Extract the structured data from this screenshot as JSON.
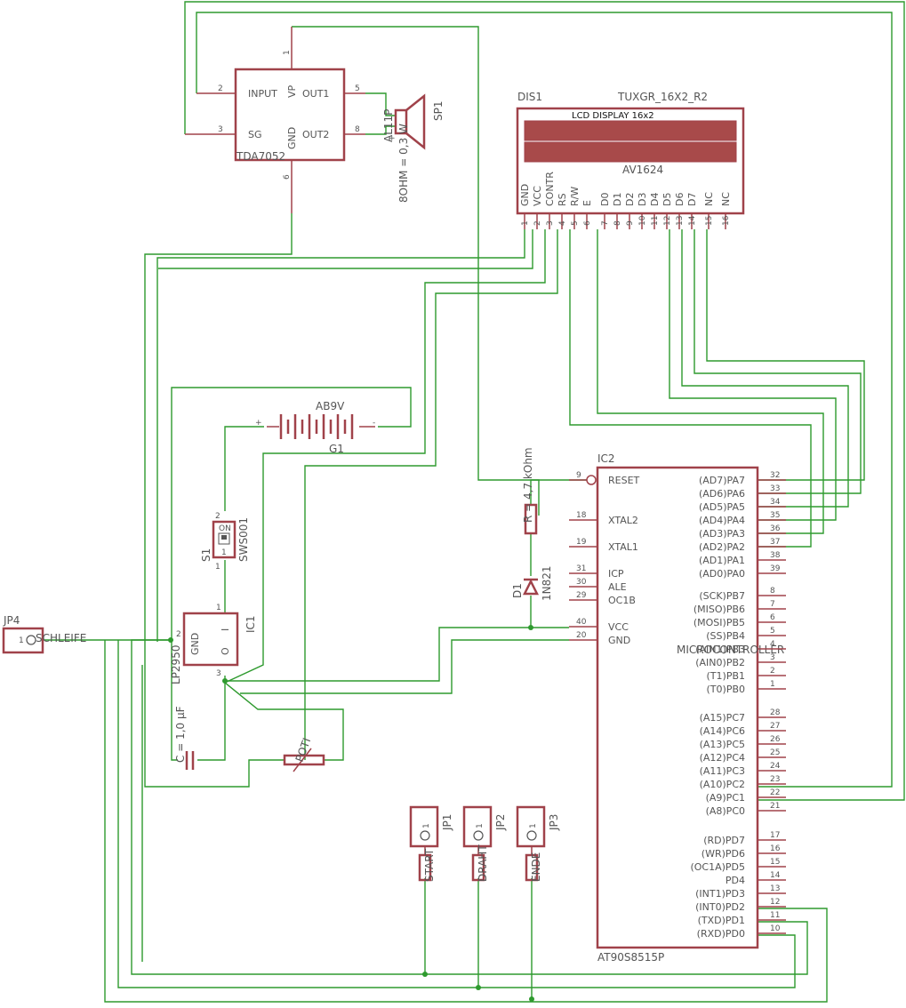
{
  "tda7052": {
    "pins": [
      {
        "label": "INPUT",
        "num": "2"
      },
      {
        "label": "SG",
        "num": "3"
      },
      {
        "label": "VP",
        "num": "1"
      },
      {
        "label": "GND",
        "num": "6"
      },
      {
        "label": "OUT1",
        "num": "5"
      },
      {
        "label": "OUT2",
        "num": "8"
      }
    ],
    "name": "TDA7052"
  },
  "speaker": {
    "name": "SP1",
    "part": "AL11P",
    "value": "8OHM = 0,3 W",
    "plus": "+"
  },
  "lcd": {
    "ref": "DIS1",
    "model": "TUXGR_16X2_R2",
    "title": "LCD DISPLAY 16x2",
    "subtitle": "AV1624",
    "pins": [
      {
        "label": "GND",
        "num": "1"
      },
      {
        "label": "VCC",
        "num": "2"
      },
      {
        "label": "CONTR",
        "num": "3"
      },
      {
        "label": "RS",
        "num": "4"
      },
      {
        "label": "R/W",
        "num": "5"
      },
      {
        "label": "E",
        "num": "6"
      },
      {
        "label": "D0",
        "num": "7"
      },
      {
        "label": "D1",
        "num": "8"
      },
      {
        "label": "D2",
        "num": "9"
      },
      {
        "label": "D3",
        "num": "10"
      },
      {
        "label": "D4",
        "num": "11"
      },
      {
        "label": "D5",
        "num": "12"
      },
      {
        "label": "D6",
        "num": "13"
      },
      {
        "label": "D7",
        "num": "14"
      },
      {
        "label": "NC",
        "num": "15"
      },
      {
        "label": "NC",
        "num": "16"
      }
    ]
  },
  "battery": {
    "name": "AB9V",
    "ref": "G1",
    "plus": "+",
    "minus": "-"
  },
  "switch": {
    "ref": "S1",
    "name": "SWS001",
    "on": "ON",
    "pin1": "1",
    "pin2": "2",
    "one": "1"
  },
  "regulator": {
    "ref": "IC1",
    "name": "LP2950",
    "gnd": "GND",
    "i": "I",
    "o": "O",
    "pin1": "1",
    "pin2": "2",
    "pin3": "3"
  },
  "capacitor": {
    "label": "C = 1,0 µF"
  },
  "poti": {
    "label": "POTI"
  },
  "resistor": {
    "label": "R = 4,7 kOhm"
  },
  "diode": {
    "ref": "D1",
    "name": "1N821"
  },
  "jp4": {
    "ref": "JP4",
    "pin": "1",
    "label": "SCHLEIFE"
  },
  "jumpers": [
    {
      "ref": "JP1",
      "label": "START",
      "pin": "1"
    },
    {
      "ref": "JP2",
      "label": "DRAHT",
      "pin": "1"
    },
    {
      "ref": "JP3",
      "label": "ENDE",
      "pin": "1"
    }
  ],
  "mcu": {
    "ref": "IC2",
    "name": "AT90S8515P",
    "overlay": "MICROCONTROLLER",
    "left_pins": [
      {
        "label": "RESET",
        "num": "9"
      },
      {
        "label": "XTAL2",
        "num": "18"
      },
      {
        "label": "XTAL1",
        "num": "19"
      },
      {
        "label": "ICP",
        "num": "31"
      },
      {
        "label": "ALE",
        "num": "30"
      },
      {
        "label": "OC1B",
        "num": "29"
      },
      {
        "label": "VCC",
        "num": "40"
      },
      {
        "label": "GND",
        "num": "20"
      }
    ],
    "right_pins": [
      {
        "label": "(AD7)PA7",
        "num": "32"
      },
      {
        "label": "(AD6)PA6",
        "num": "33"
      },
      {
        "label": "(AD5)PA5",
        "num": "34"
      },
      {
        "label": "(AD4)PA4",
        "num": "35"
      },
      {
        "label": "(AD3)PA3",
        "num": "36"
      },
      {
        "label": "(AD2)PA2",
        "num": "37"
      },
      {
        "label": "(AD1)PA1",
        "num": "38"
      },
      {
        "label": "(AD0)PA0",
        "num": "39"
      },
      {
        "label": "(SCK)PB7",
        "num": "8"
      },
      {
        "label": "(MISO)PB6",
        "num": "7"
      },
      {
        "label": "(MOSI)PB5",
        "num": "6"
      },
      {
        "label": "(SS)PB4",
        "num": "5"
      },
      {
        "label": "(AIN1)PB3",
        "num": "4"
      },
      {
        "label": "(AIN0)PB2",
        "num": "3"
      },
      {
        "label": "(T1)PB1",
        "num": "2"
      },
      {
        "label": "(T0)PB0",
        "num": "1"
      },
      {
        "label": "(A15)PC7",
        "num": "28"
      },
      {
        "label": "(A14)PC6",
        "num": "27"
      },
      {
        "label": "(A13)PC5",
        "num": "26"
      },
      {
        "label": "(A12)PC4",
        "num": "25"
      },
      {
        "label": "(A11)PC3",
        "num": "24"
      },
      {
        "label": "(A10)PC2",
        "num": "23"
      },
      {
        "label": "(A9)PC1",
        "num": "22"
      },
      {
        "label": "(A8)PC0",
        "num": "21"
      },
      {
        "label": "(RD)PD7",
        "num": "17"
      },
      {
        "label": "(WR)PD6",
        "num": "16"
      },
      {
        "label": "(OC1A)PD5",
        "num": "15"
      },
      {
        "label": "PD4",
        "num": "14"
      },
      {
        "label": "(INT1)PD3",
        "num": "13"
      },
      {
        "label": "(INT0)PD2",
        "num": "12"
      },
      {
        "label": "(TXD)PD1",
        "num": "11"
      },
      {
        "label": "(RXD)PD0",
        "num": "10"
      }
    ]
  }
}
